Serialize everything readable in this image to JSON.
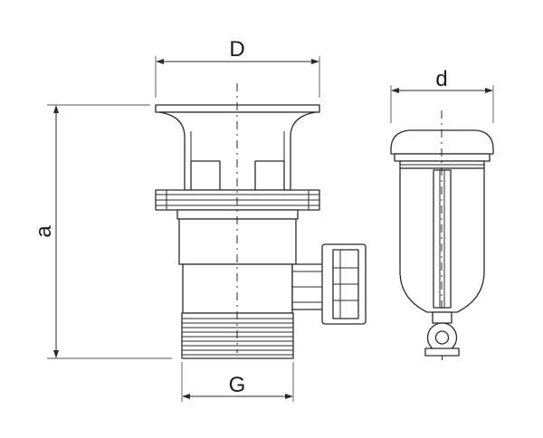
{
  "dimensions": {
    "top_diameter": "D",
    "cap_diameter": "d",
    "height": "a",
    "thread": "G"
  }
}
